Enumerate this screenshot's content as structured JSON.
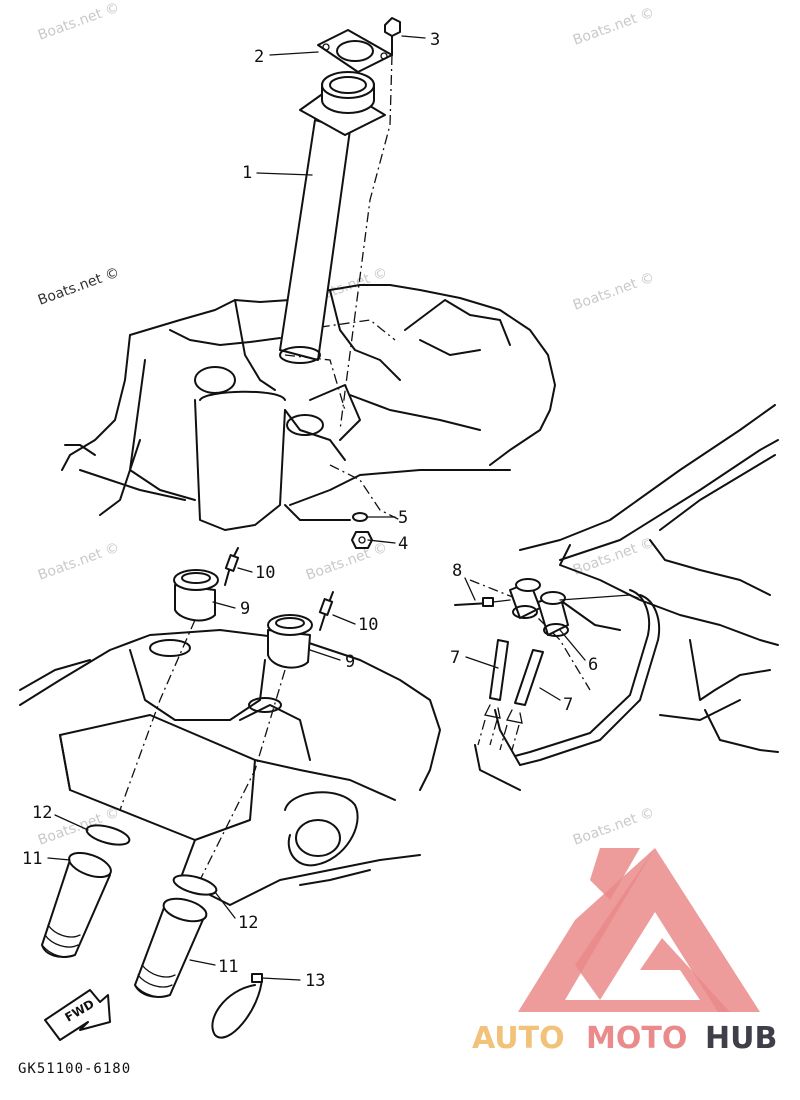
{
  "watermark": "Boats.net ©",
  "diagram_code": "GK51100-6180",
  "direction_arrow": "FWD",
  "logo": {
    "part1": "AUTO",
    "part2": "MOTO",
    "part3": "HUB",
    "color_primary": "#ea8a8a",
    "color_secondary": "#f2c27a",
    "color_dark": "#3f3f4a"
  },
  "callouts": [
    "1",
    "2",
    "3",
    "4",
    "5",
    "6",
    "7",
    "7",
    "8",
    "9",
    "9",
    "10",
    "10",
    "11",
    "11",
    "12",
    "12",
    "13"
  ]
}
